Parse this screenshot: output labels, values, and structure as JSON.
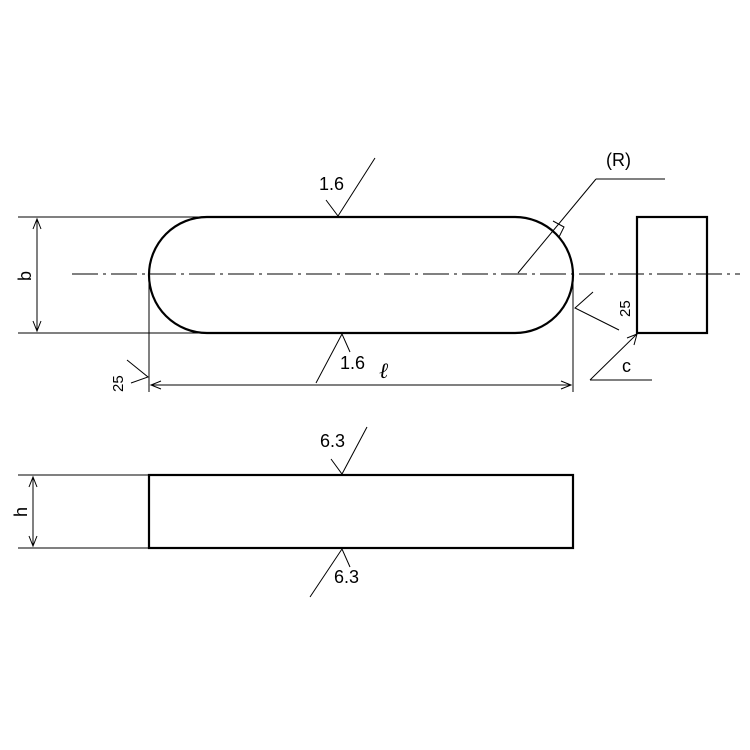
{
  "labels": {
    "b": "b",
    "h": "h",
    "length": "ℓ",
    "radius": "(R)",
    "chamfer": "c"
  },
  "roughness": {
    "top_face": "1.6",
    "bottom_face": "1.6",
    "left_end": "25",
    "right_end": "25",
    "side_top": "6.3",
    "side_bottom": "6.3"
  }
}
